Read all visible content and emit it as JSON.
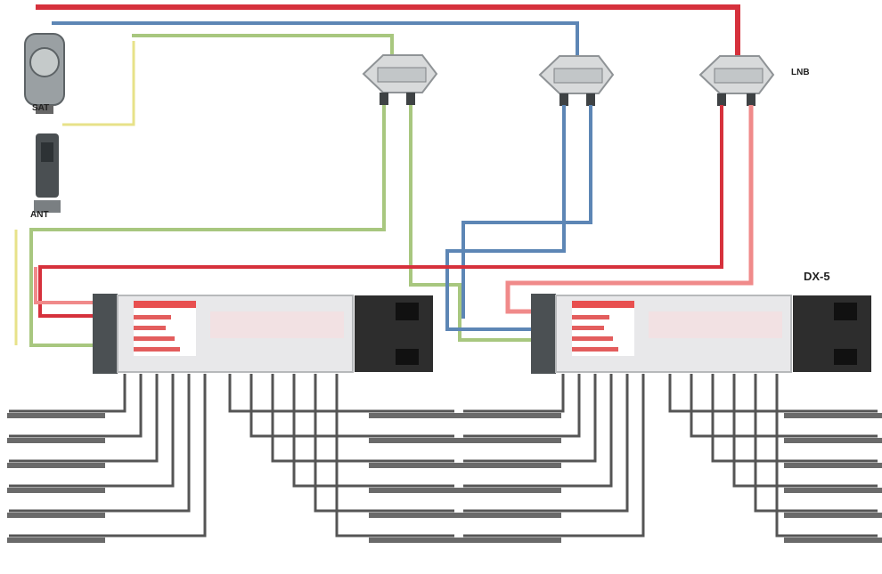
{
  "labels": {
    "sat_dish": "SAT",
    "antenna": "ANT",
    "lnb": "LNB",
    "multiswitch_2": "DX-5"
  },
  "colors": {
    "red_line": "#d6313c",
    "pink_line": "#f08a8a",
    "blue_line": "#5d86b5",
    "green_line": "#a8c77f",
    "yellow_line": "#e7e289",
    "cable": "#555555",
    "device_dark": "#2d2d2d"
  },
  "outputs": {
    "left_group_a": 6,
    "left_group_b": 6,
    "right_group_a": 6,
    "right_group_b": 6
  }
}
